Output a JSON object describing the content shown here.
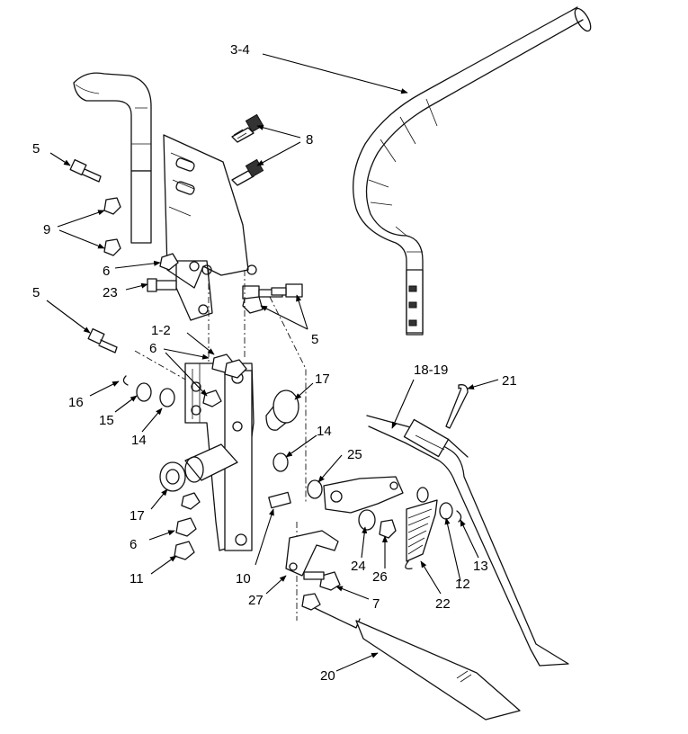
{
  "callouts": {
    "c1_2": "1-2",
    "c3_4": "3-4",
    "c5a": "5",
    "c5b": "5",
    "c5c": "5",
    "c6a": "6",
    "c6b": "6",
    "c6c": "6",
    "c7": "7",
    "c8": "8",
    "c9": "9",
    "c10": "10",
    "c11": "11",
    "c12": "12",
    "c13": "13",
    "c14a": "14",
    "c14b": "14",
    "c15": "15",
    "c16": "16",
    "c17a": "17",
    "c17b": "17",
    "c18_19": "18-19",
    "c20": "20",
    "c21": "21",
    "c22": "22",
    "c23": "23",
    "c24": "24",
    "c25": "25",
    "c26": "26",
    "c27": "27"
  }
}
